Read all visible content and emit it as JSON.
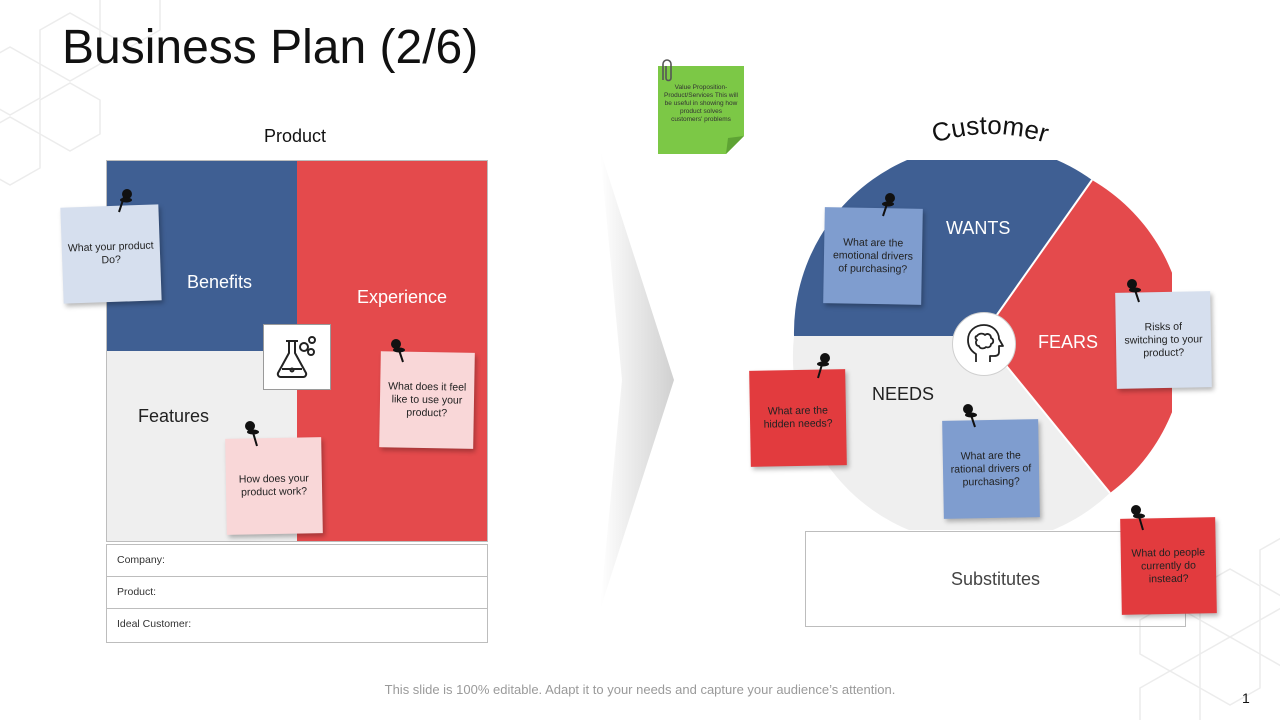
{
  "slide": {
    "title": "Business Plan (2/6)",
    "footer": "This slide is 100% editable. Adapt it to your needs and capture your audience’s attention.",
    "page_number": "1"
  },
  "product_canvas": {
    "heading": "Product",
    "quadrants": {
      "benefits": "Benefits",
      "experience": "Experience",
      "features": "Features"
    },
    "notes": {
      "benefits_note": "What your product Do?",
      "experience_note": "What does it feel like to use your product?",
      "features_note": "How does your product work?"
    },
    "center_icon": "flask-icon",
    "info_rows": [
      "Company:",
      "Product:",
      "Ideal Customer:"
    ]
  },
  "value_proposition_note": "Value Proposition- Product/Services This will be useful in showing how product solves customers' problems",
  "customer_canvas": {
    "heading": "Customer",
    "segments": {
      "wants": "WANTS",
      "fears": "FEARS",
      "needs": "NEEDS"
    },
    "notes": {
      "wants_note": "What are the emotional drivers of purchasing?",
      "fears_note": "Risks of switching to your product?",
      "needs_left_note": "What are the hidden needs?",
      "needs_bottom_note": "What are the rational drivers of purchasing?",
      "substitutes_note": "What do people currently do instead?"
    },
    "center_icon": "brain-head-icon",
    "substitutes": "Substitutes"
  },
  "colors": {
    "blue": "#3f5f93",
    "red": "#e44a4c",
    "light_gray": "#efefef",
    "note_blue_light": "#d6dfee",
    "note_blue": "#7f9dcf",
    "note_pink": "#f9d7d8",
    "note_red": "#e23b3e",
    "note_green": "#7cc846"
  }
}
